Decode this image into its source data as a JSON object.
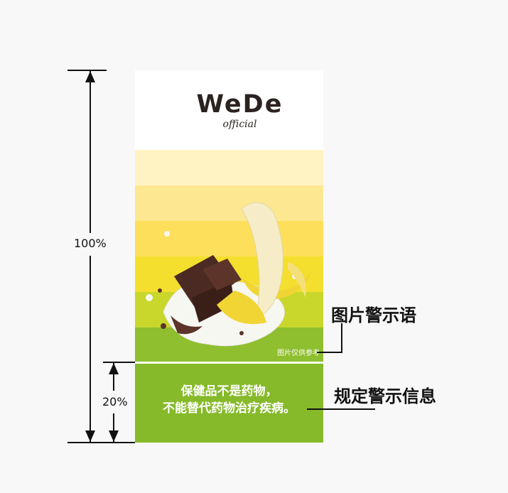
{
  "package": {
    "brand": "WeDe",
    "brand_sub": "official",
    "image_note": "图片仅供参考",
    "warning_line1": "保健品不是药物，",
    "warning_line2": "不能替代药物治疗疾病。"
  },
  "dimensions": {
    "full_height_label": "100%",
    "warning_height_label": "20%"
  },
  "callouts": {
    "image_warning": "图片警示语",
    "regulatory_warning": "规定警示信息"
  },
  "colors": {
    "stripe_1": "#fff3c4",
    "stripe_2": "#fde891",
    "stripe_3": "#fddf5c",
    "stripe_4": "#f4df2e",
    "stripe_5": "#d0d82a",
    "stripe_6": "#a9c82d",
    "stripe_7": "#8fbe2e",
    "warning_green": "#86ba2a",
    "brand_text": "#2b2321"
  }
}
